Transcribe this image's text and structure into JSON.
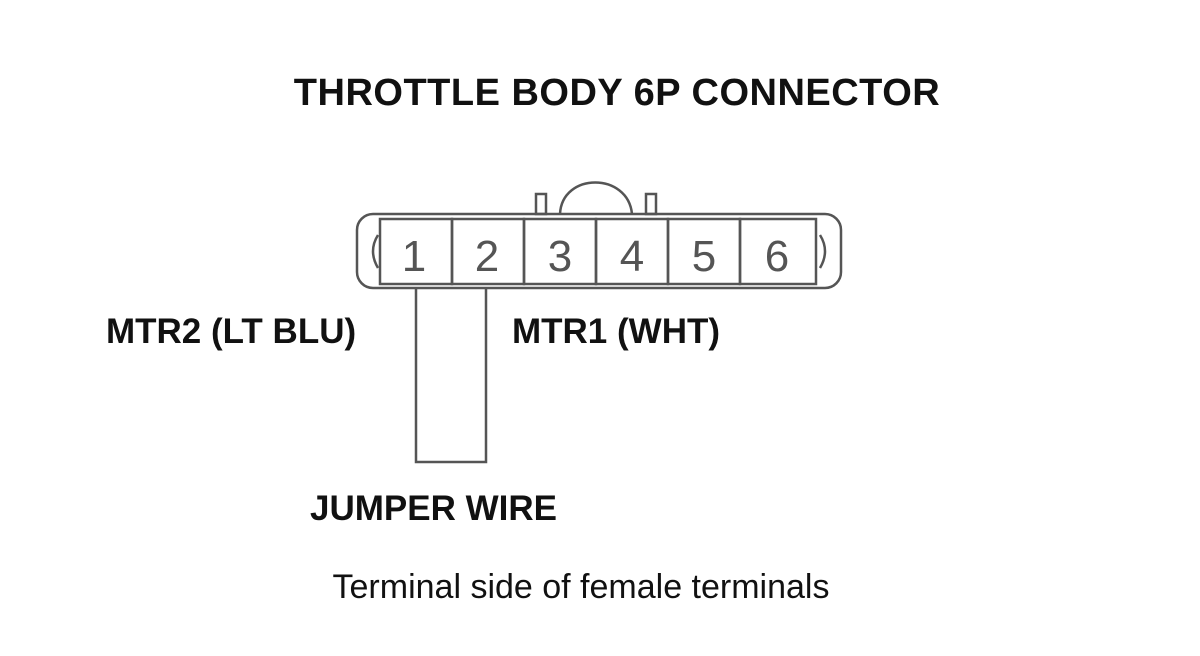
{
  "title": "THROTTLE BODY 6P CONNECTOR",
  "connector": {
    "terminals": [
      "1",
      "2",
      "3",
      "4",
      "5",
      "6"
    ]
  },
  "labels": {
    "mtr2": "MTR2 (LT BLU)",
    "mtr1": "MTR1 (WHT)",
    "jumper": "JUMPER WIRE"
  },
  "caption": "Terminal side of female terminals",
  "colors": {
    "line": "#555555",
    "text": "#111111"
  }
}
